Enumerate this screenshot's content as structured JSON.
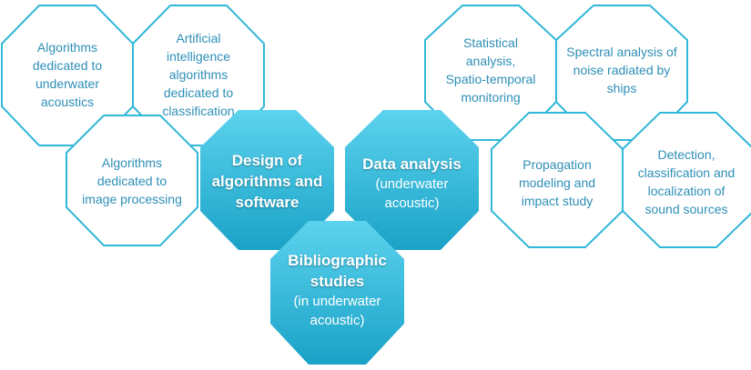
{
  "colors": {
    "outline_stroke": "#31b7d8",
    "outline_text": "#2e8fb7",
    "fill_light": "#5cd3ee",
    "fill_dark": "#1aa2c7",
    "fill_text": "#ffffff"
  },
  "outline_hexes": {
    "underwater_acoustics": {
      "lines": [
        "Algorithms",
        "dedicated to",
        "underwater",
        "acoustics"
      ]
    },
    "ai_classification": {
      "lines": [
        "Artificial",
        "intelligence",
        "algorithms",
        "dedicated to",
        "classification"
      ]
    },
    "image_processing": {
      "lines": [
        "Algorithms",
        "dedicated to",
        "image processing"
      ]
    },
    "statistical_analysis": {
      "lines": [
        "Statistical",
        "analysis,",
        "Spatio-temporal",
        "monitoring"
      ]
    },
    "spectral_analysis": {
      "lines": [
        "Spectral analysis of",
        "noise radiated by",
        "ships"
      ]
    },
    "propagation_modeling": {
      "lines": [
        "Propagation",
        "modeling and",
        "impact study"
      ]
    },
    "detection_classification": {
      "lines": [
        "Detection,",
        "classification and",
        "localization of",
        "sound sources"
      ]
    }
  },
  "filled_hexes": {
    "design": {
      "bold_lines": [
        "Design of",
        "algorithms and",
        "software"
      ],
      "plain_lines": []
    },
    "data_analysis": {
      "bold_lines": [
        "Data analysis"
      ],
      "plain_lines": [
        "(underwater",
        "acoustic)"
      ]
    },
    "bibliographic": {
      "bold_lines": [
        "Bibliographic",
        "studies"
      ],
      "plain_lines": [
        "(in underwater",
        "acoustic)"
      ]
    }
  }
}
